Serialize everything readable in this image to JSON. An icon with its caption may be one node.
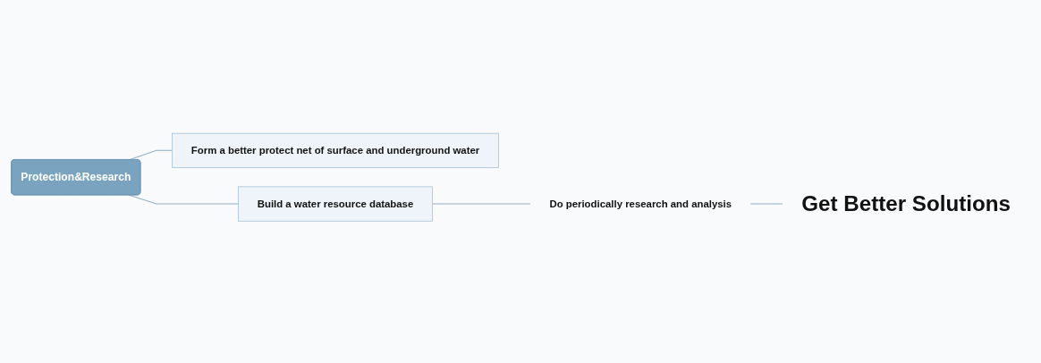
{
  "diagram": {
    "nodes": [
      {
        "text": [
          "Protection&Research"
        ]
      },
      {
        "text": [
          "Form a better protect net of surface and underground water"
        ]
      },
      {
        "text": [
          "Build a water resource database"
        ]
      },
      {
        "text": [
          "Do periodically research and analysis"
        ]
      },
      {
        "text": [
          "Get Better Solutions"
        ]
      }
    ],
    "edges": [
      {
        "from": 0,
        "to": 1,
        "arrow": "none"
      },
      {
        "from": 0,
        "to": 2,
        "arrow": "none"
      },
      {
        "from": 2,
        "to": 3,
        "arrow": "none"
      },
      {
        "from": 3,
        "to": 4,
        "arrow": "none"
      }
    ]
  }
}
